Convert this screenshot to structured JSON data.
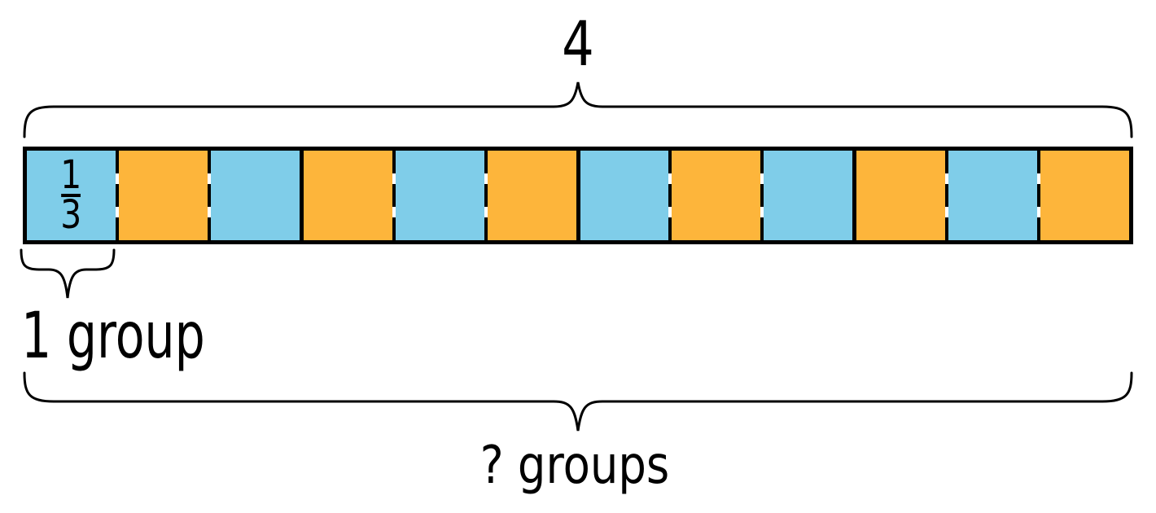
{
  "diagram": {
    "title_hint": "tape diagram: how many 1/3 groups are in 4",
    "total_label": "4",
    "group_label": "1 group",
    "question_label": "? groups",
    "fraction": {
      "numerator": "1",
      "denominator": "3"
    },
    "colors": {
      "blue": "#7FCDE9",
      "orange": "#FDB53B",
      "outline": "#000000",
      "background": "#ffffff"
    },
    "bar": {
      "segment_count": 12,
      "segments": [
        {
          "color": "blue",
          "has_fraction_label": true
        },
        {
          "color": "orange"
        },
        {
          "color": "blue"
        },
        {
          "color": "orange"
        },
        {
          "color": "blue"
        },
        {
          "color": "orange"
        },
        {
          "color": "blue"
        },
        {
          "color": "orange"
        },
        {
          "color": "blue"
        },
        {
          "color": "orange"
        },
        {
          "color": "blue"
        },
        {
          "color": "orange"
        }
      ],
      "separators": [
        "dashed",
        "dashed",
        "solid",
        "dashed",
        "dashed",
        "solid",
        "dashed",
        "dashed",
        "solid",
        "dashed",
        "dashed"
      ]
    }
  }
}
